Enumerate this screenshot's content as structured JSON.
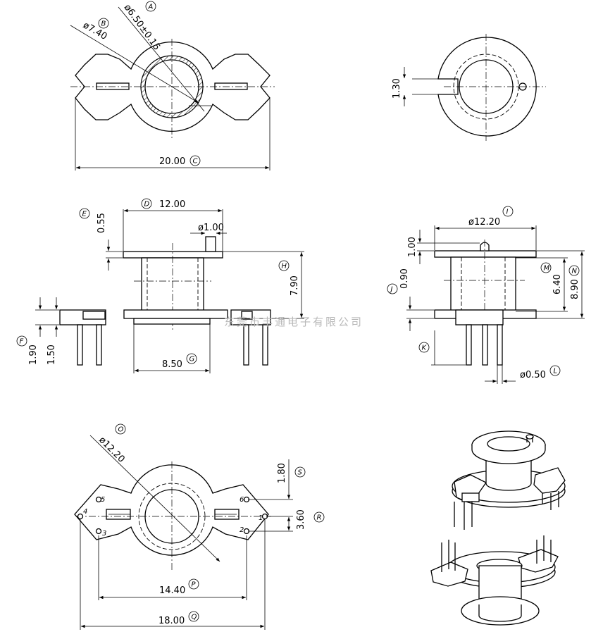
{
  "dimensions": {
    "A": "ø6.50±0.15",
    "B": "ø7.40",
    "C": "20.00",
    "D": "12.00",
    "E": "0.55",
    "pin_top": "ø1.00",
    "H": "7.90",
    "F": "1.90",
    "F2": "1.50",
    "G": "8.50",
    "key_width": "1.30",
    "I": "ø12.20",
    "J_top": "1.00",
    "J": "0.90",
    "M": "6.40",
    "N": "8.90",
    "L": "ø0.50",
    "O": "ø12.20",
    "S": "1.80",
    "R": "3.60",
    "P": "14.40",
    "Q": "18.00"
  },
  "labels": {
    "A": "A",
    "B": "B",
    "C": "C",
    "D": "D",
    "E": "E",
    "F": "F",
    "G": "G",
    "H": "H",
    "I": "I",
    "J": "J",
    "K": "K",
    "L": "L",
    "M": "M",
    "N": "N",
    "O": "O",
    "P": "P",
    "Q": "Q",
    "R": "R",
    "S": "S"
  },
  "pin_numbers": [
    "1",
    "2",
    "3",
    "4",
    "5",
    "6"
  ],
  "watermark": "东莞市丰通电子有限公司"
}
